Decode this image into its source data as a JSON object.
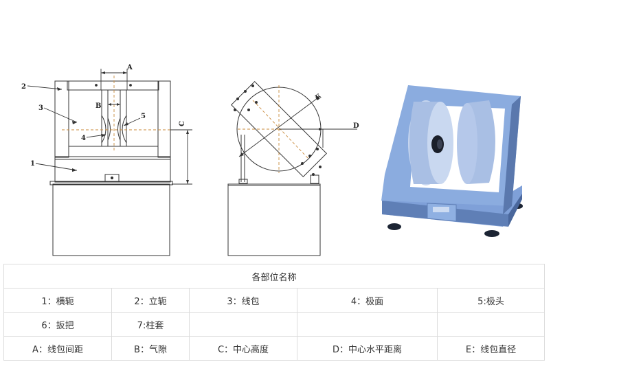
{
  "labels": {
    "front": {
      "n1": "1",
      "n2": "2",
      "n3": "3",
      "n4": "4",
      "n5": "5",
      "a": "A",
      "b": "B",
      "c": "C"
    },
    "side": {
      "d": "D",
      "e": "E"
    }
  },
  "table": {
    "title": "各部位名称",
    "rows": [
      [
        "1：横轭",
        "2：立轭",
        "3：线包",
        "4：极面",
        "5:极头"
      ],
      [
        "6：扳把",
        "7:柱套",
        "",
        "",
        ""
      ],
      [
        "A：线包间距",
        "B：气隙",
        "C：中心高度",
        "D：中心水平距离",
        "E：线包直径"
      ]
    ]
  },
  "colors": {
    "line": "#333333",
    "dash": "#c98a3a",
    "device_blue": "#7ea0d6",
    "device_dark": "#4e6fa8",
    "coil": "#b9cbe8"
  }
}
